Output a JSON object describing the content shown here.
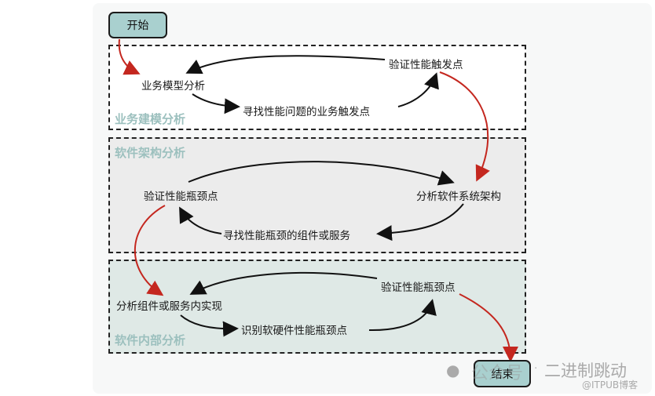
{
  "start": "开始",
  "end": "结束",
  "sections": [
    {
      "label": "业务建模分析",
      "nodes": [
        "业务模型分析",
        "验证性能触发点",
        "寻找性能问题的业务触发点"
      ]
    },
    {
      "label": "软件架构分析",
      "nodes": [
        "验证性能瓶颈点",
        "分析软件系统架构",
        "寻找性能瓶颈的组件或服务"
      ]
    },
    {
      "label": "软件内部分析",
      "nodes": [
        "分析组件或服务内实现",
        "验证性能瓶颈点",
        "识别软硬件性能瓶颈点"
      ]
    }
  ],
  "watermark": {
    "account": "公众号",
    "sep": "·",
    "name": "二进制跳动",
    "source": "@ITPUB博客"
  },
  "colors": {
    "terminal": "#a9d0cf",
    "flow": "#c4271f",
    "section_label": "#9cc0be"
  }
}
